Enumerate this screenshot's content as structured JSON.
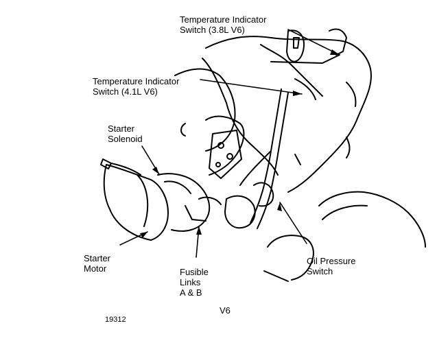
{
  "labels": {
    "temp_switch_38": {
      "line1": "Temperature Indicator",
      "line2": "Switch (3.8L V6)"
    },
    "temp_switch_41": {
      "line1": "Temperature Indicator",
      "line2": "Switch (4.1L V6)"
    },
    "starter_solenoid": {
      "line1": "Starter",
      "line2": "Solenoid"
    },
    "starter_motor": {
      "line1": "Starter",
      "line2": "Motor"
    },
    "fusible_links": {
      "line1": "Fusible",
      "line2": "Links",
      "line3": "A & B"
    },
    "oil_pressure_switch": {
      "line1": "Oil Pressure",
      "line2": "Switch"
    }
  },
  "caption": "V6",
  "figure_number": "19312"
}
